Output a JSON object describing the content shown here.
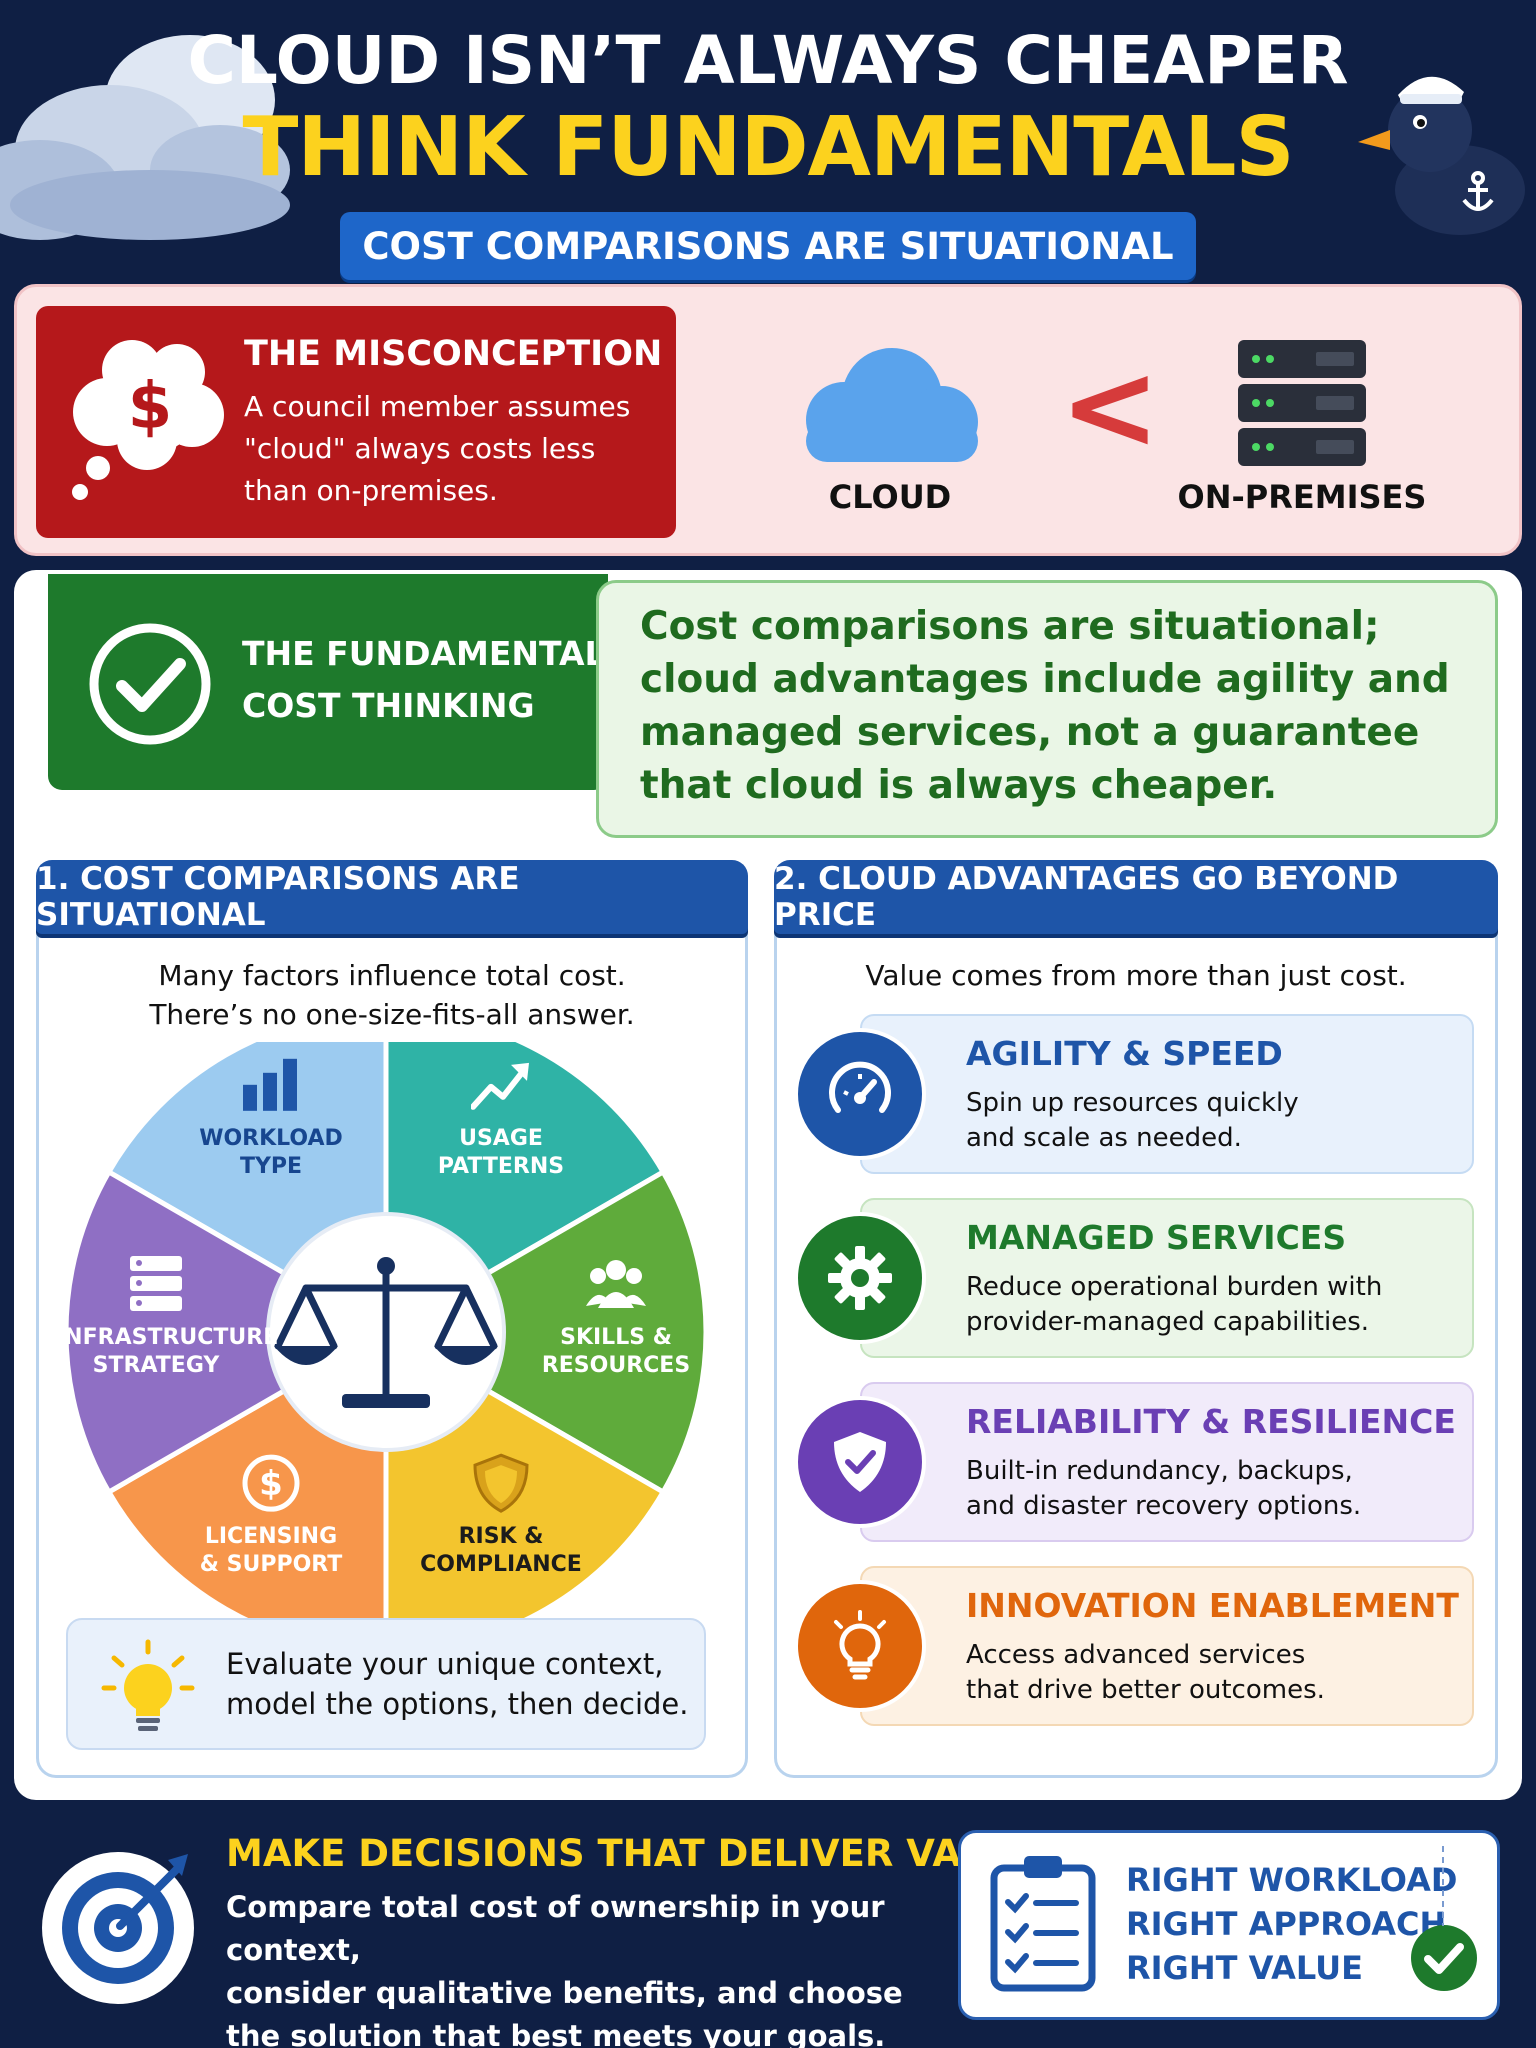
{
  "header": {
    "title_line1": "CLOUD ISN’T ALWAYS CHEAPER",
    "title_line2": "THINK FUNDAMENTALS",
    "subtitle": "COST COMPARISONS ARE SITUATIONAL"
  },
  "misconception": {
    "title": "THE MISCONCEPTION",
    "text": "A council member assumes \"cloud\" always costs less than on-premises.",
    "left_label": "CLOUD",
    "operator": "<",
    "right_label": "ON-PREMISES"
  },
  "fundamentals": {
    "title_line1": "THE FUNDAMENTALS",
    "title_line2": "COST THINKING",
    "statement": "Cost comparisons are situational; cloud advantages include agility and managed services, not a guarantee that cloud is always cheaper."
  },
  "section1": {
    "heading": "1. COST COMPARISONS ARE SITUATIONAL",
    "intro_line1": "Many factors influence total cost.",
    "intro_line2": "There’s no one-size-fits-all answer.",
    "factors": [
      {
        "line1": "WORKLOAD",
        "line2": "TYPE",
        "color": "#9ccbf0",
        "text_color": "#17468f",
        "icon": "bar-chart-icon"
      },
      {
        "line1": "USAGE",
        "line2": "PATTERNS",
        "color": "#2fb3a6",
        "text_color": "#ffffff",
        "icon": "trend-up-icon"
      },
      {
        "line1": "SKILLS &",
        "line2": "RESOURCES",
        "color": "#5fab3b",
        "text_color": "#ffffff",
        "icon": "people-icon"
      },
      {
        "line1": "RISK &",
        "line2": "COMPLIANCE",
        "color": "#f3c52e",
        "text_color": "#1c1c1c",
        "icon": "shield-icon"
      },
      {
        "line1": "LICENSING",
        "line2": "& SUPPORT",
        "color": "#f7964b",
        "text_color": "#ffffff",
        "icon": "dollar-coin-icon"
      },
      {
        "line1": "INFRASTRUCTURE",
        "line2": "STRATEGY",
        "color": "#8f6fc4",
        "text_color": "#ffffff",
        "icon": "server-icon"
      }
    ],
    "center_icon": "balance-scale-icon",
    "tip_line1": "Evaluate your unique context,",
    "tip_line2": "model the options, then decide."
  },
  "section2": {
    "heading": "2. CLOUD ADVANTAGES GO BEYOND PRICE",
    "intro": "Value comes from more than just cost.",
    "advantages": [
      {
        "title": "AGILITY & SPEED",
        "line1": "Spin up resources quickly",
        "line2": "and scale as needed.",
        "accent": "#1e55a8",
        "bg": "#e8f1fc",
        "border": "#c5dbf3",
        "icon": "speedometer-icon"
      },
      {
        "title": "MANAGED SERVICES",
        "line1": "Reduce operational burden with",
        "line2": "provider-managed capabilities.",
        "accent": "#1e7a2c",
        "bg": "#ebf6e8",
        "border": "#c6e4c0",
        "icon": "gear-icon"
      },
      {
        "title": "RELIABILITY & RESILIENCE",
        "line1": "Built-in redundancy, backups,",
        "line2": "and disaster recovery options.",
        "accent": "#6a3fb4",
        "bg": "#f1ebfa",
        "border": "#d9cbef",
        "icon": "shield-check-icon"
      },
      {
        "title": "INNOVATION ENABLEMENT",
        "line1": "Access advanced services",
        "line2": "that drive better outcomes.",
        "accent": "#e0660c",
        "bg": "#fdf1e3",
        "border": "#f4d8b4",
        "icon": "lightbulb-icon"
      }
    ]
  },
  "footer": {
    "title": "MAKE DECISIONS THAT DELIVER VALUE",
    "line1": "Compare total cost of ownership in your context,",
    "line2": "consider qualitative benefits, and choose",
    "line3": "the solution that best meets your goals.",
    "checklist": [
      "RIGHT WORKLOAD",
      "RIGHT APPROACH",
      "RIGHT VALUE"
    ]
  }
}
